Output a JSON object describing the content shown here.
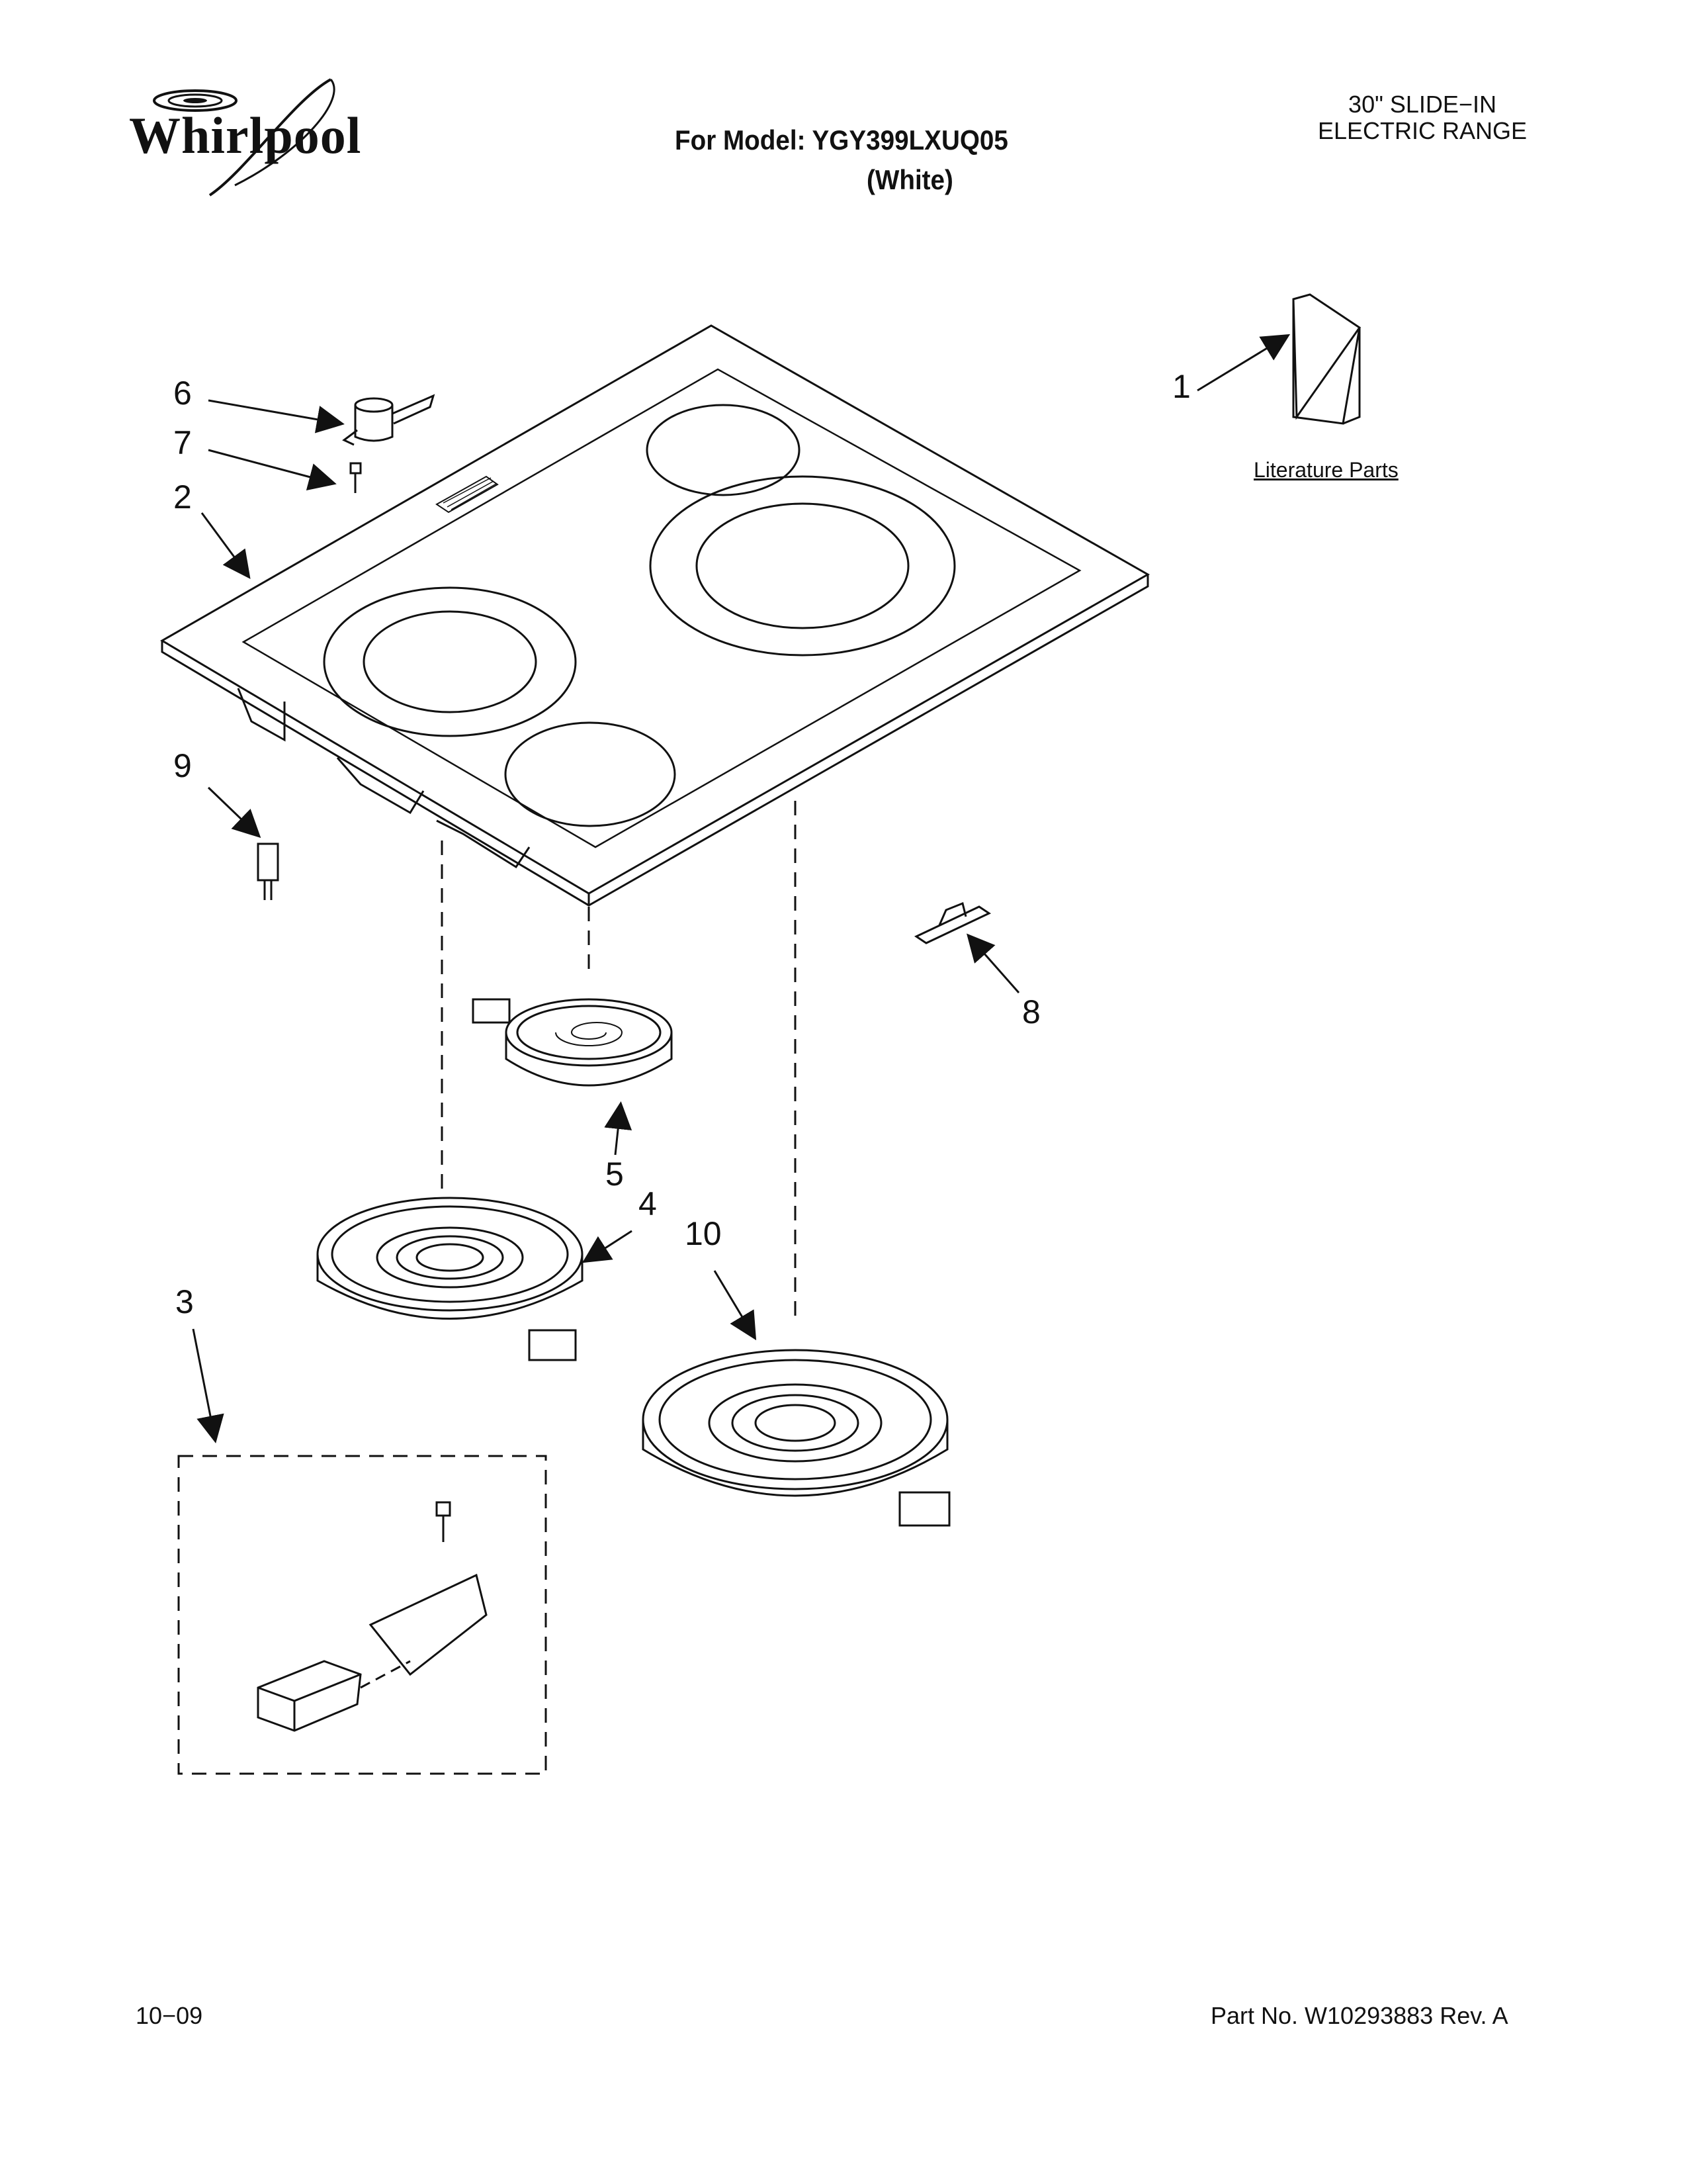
{
  "header": {
    "brand": "Whirlpool",
    "model_line": "For Model: YGY399LXUQ05",
    "color_line": "(White)",
    "range_line1": "30\" SLIDE−IN",
    "range_line2": "ELECTRIC RANGE"
  },
  "callouts": [
    "1",
    "2",
    "3",
    "4",
    "5",
    "6",
    "7",
    "8",
    "9",
    "10"
  ],
  "literature_label": "Literature Parts",
  "footer": {
    "date": "10−09",
    "part_no": "Part No. W10293883 Rev. A"
  }
}
